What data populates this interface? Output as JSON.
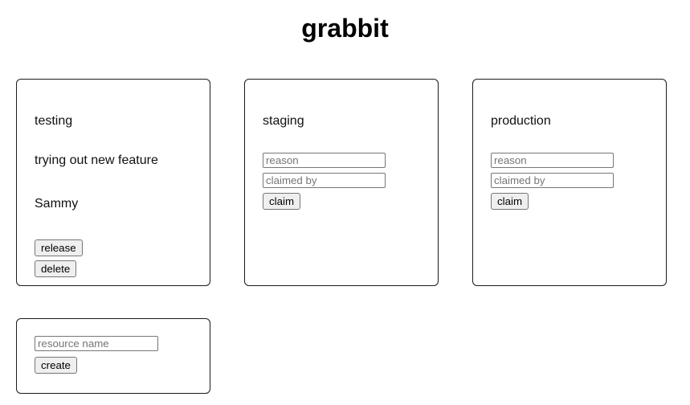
{
  "app": {
    "title": "grabbit"
  },
  "resources": [
    {
      "name": "testing",
      "claimed": true,
      "reason": "trying out new feature",
      "claimed_by": "Sammy",
      "actions": [
        {
          "label": "release",
          "name": "release-button"
        },
        {
          "label": "delete",
          "name": "delete-button"
        }
      ]
    },
    {
      "name": "staging",
      "claimed": false,
      "reason_placeholder": "reason",
      "claimed_by_placeholder": "claimed by",
      "reason_value": "",
      "claimed_by_value": "",
      "claim_label": "claim"
    },
    {
      "name": "production",
      "claimed": false,
      "reason_placeholder": "reason",
      "claimed_by_placeholder": "claimed by",
      "reason_value": "",
      "claimed_by_value": "",
      "claim_label": "claim"
    }
  ],
  "create_form": {
    "resource_name_placeholder": "resource name",
    "resource_name_value": "",
    "create_label": "create"
  },
  "colors": {
    "page_background": "#ffffff",
    "card_border": "#1b1b1b",
    "text": "#101010",
    "input_border": "#767676",
    "placeholder": "#757575",
    "button_background": "#efefef"
  }
}
